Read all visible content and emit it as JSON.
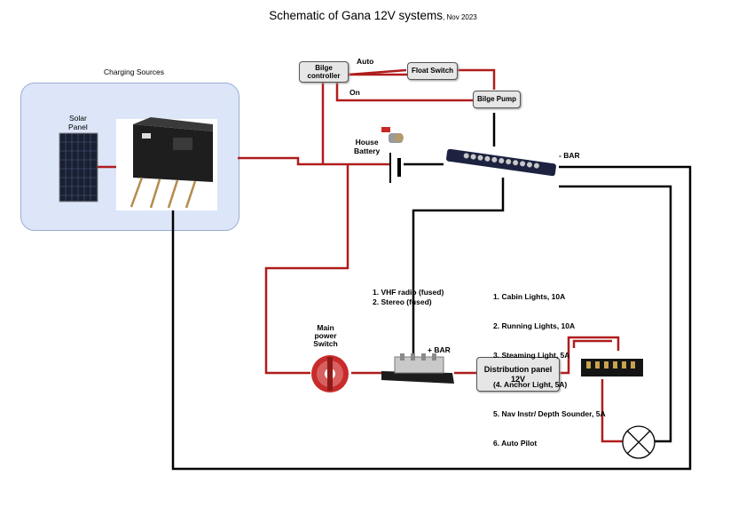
{
  "title": {
    "main": "Schematic of Gana 12V systems",
    "suffix": ", Nov 2023"
  },
  "charging": {
    "label": "Charging Sources",
    "solar_line1": "Solar",
    "solar_line2": "Panel"
  },
  "bilge": {
    "controller_line1": "Bilge",
    "controller_line2": "controller",
    "auto_label": "Auto",
    "on_label": "On",
    "float_switch": "Float Switch",
    "pump": "Bilge Pump"
  },
  "battery": {
    "line1": "House",
    "line2": "Battery"
  },
  "bars": {
    "neg_bar": "- BAR",
    "pos_bar": "+ BAR"
  },
  "main_switch": {
    "line1": "Main",
    "line2": "power",
    "line3": "Switch"
  },
  "fused": {
    "line1": "1. VHF radio (fused)",
    "line2": "2. Stereo (fused)"
  },
  "distribution": {
    "line1": "Distribution panel",
    "line2": "12V"
  },
  "circuits": [
    "1. Cabin Lights, 10A",
    "2. Running Lights, 10A",
    "3. Steaming Light, 5A",
    "(4. Anchor Light, 5A)",
    "5. Nav Instr/ Depth Sounder, 5A",
    "6. Auto Pilot"
  ],
  "colors": {
    "positive_wire": "#b01c1c",
    "negative_wire": "#000000",
    "panel_bg": "#dce6f8"
  }
}
